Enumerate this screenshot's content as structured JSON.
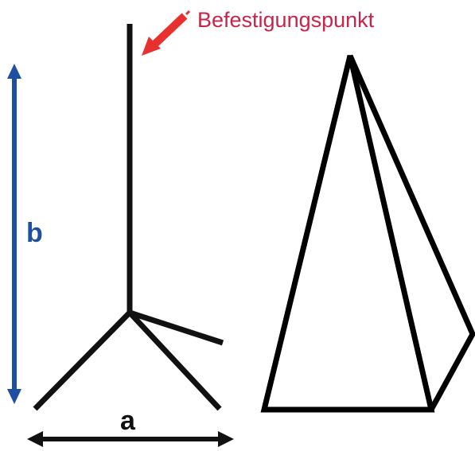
{
  "labels": {
    "attachment_point": "Befestigungspunkt",
    "dimension_b": "b",
    "dimension_a": "a"
  },
  "colors": {
    "stroke": "#111111",
    "attachment_arrow": "#e8312f",
    "attachment_label": "#c8244a",
    "dimension_b": "#1f4fa3",
    "dimension_a": "#111111"
  }
}
